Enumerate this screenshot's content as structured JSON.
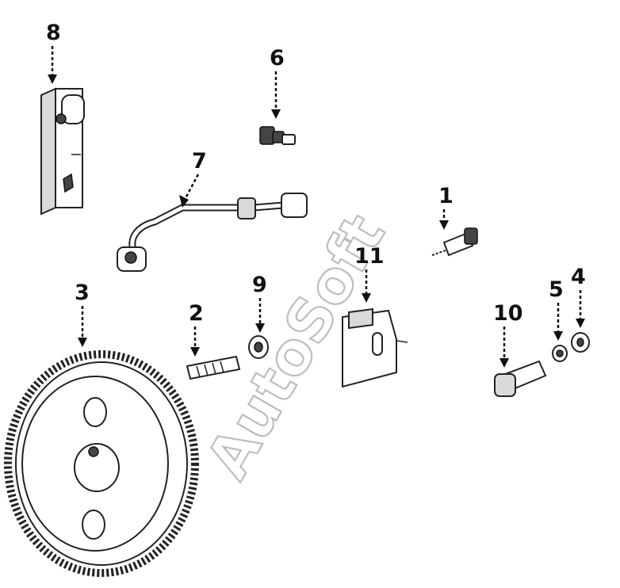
{
  "watermark": {
    "text": "AutoSoft"
  },
  "callouts": [
    {
      "id": "1",
      "label": "1"
    },
    {
      "id": "2",
      "label": "2"
    },
    {
      "id": "3",
      "label": "3"
    },
    {
      "id": "4",
      "label": "4"
    },
    {
      "id": "5",
      "label": "5"
    },
    {
      "id": "6",
      "label": "6"
    },
    {
      "id": "7",
      "label": "7"
    },
    {
      "id": "8",
      "label": "8"
    },
    {
      "id": "9",
      "label": "9"
    },
    {
      "id": "10",
      "label": "10"
    },
    {
      "id": "11",
      "label": "11"
    }
  ]
}
